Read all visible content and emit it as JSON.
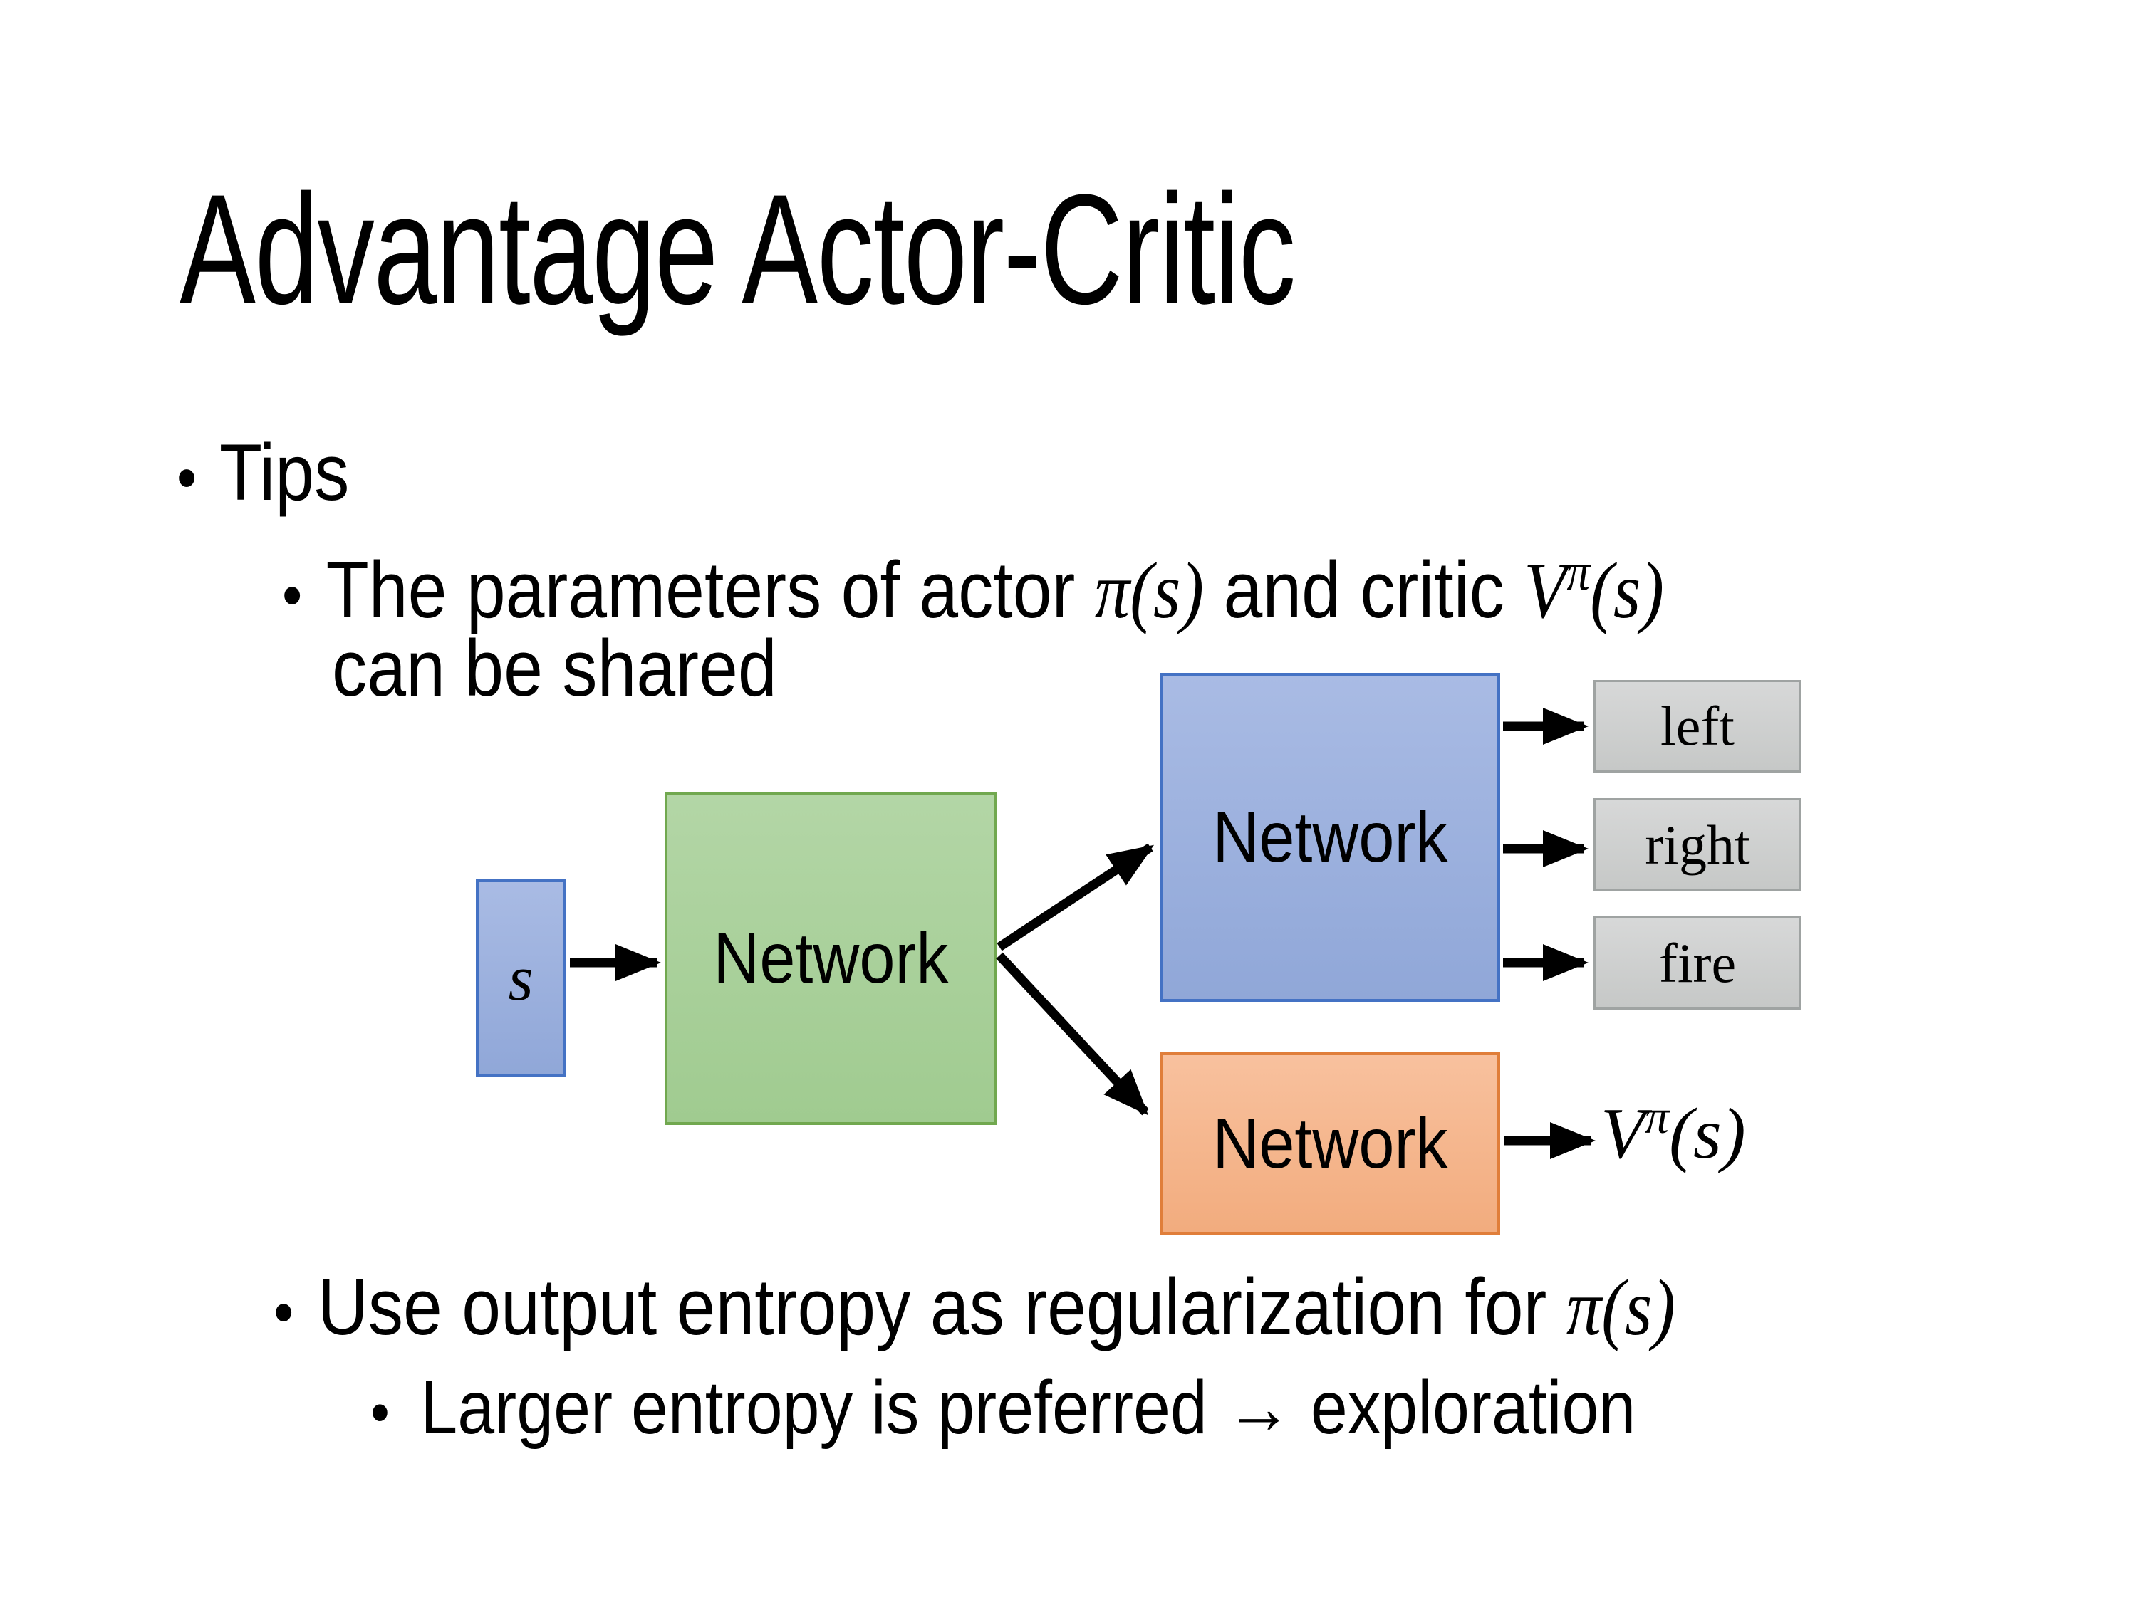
{
  "slide": {
    "title": "Advantage Actor-Critic",
    "bullet_char": "•",
    "bullets": {
      "tips": "Tips",
      "param_pre": "The parameters of actor ",
      "param_math_actor": "π(s)",
      "param_mid": " and critic ",
      "critic_base": "V",
      "critic_sup": "π",
      "critic_args": "(s)",
      "param_line2": "can be shared",
      "entropy_pre": "Use output entropy as regularization for ",
      "entropy_math": "π(s)",
      "entropy_sub": "Larger entropy is preferred → exploration"
    }
  },
  "diagram": {
    "input_label": "s",
    "shared_network": "Network",
    "actor_network": "Network",
    "critic_network": "Network",
    "actions": [
      "left",
      "right",
      "fire"
    ],
    "critic_output": {
      "base": "V",
      "sup": "π",
      "args": "(s)"
    }
  },
  "colors": {
    "background": "#ffffff",
    "text": "#000000",
    "blue_fill_top": "#a9bbe4",
    "blue_fill_bottom": "#90a7d8",
    "blue_border": "#4472c4",
    "green_fill_top": "#b3d6a6",
    "green_fill_bottom": "#a0cb90",
    "green_border": "#71a84f",
    "orange_fill_top": "#f8c19e",
    "orange_fill_bottom": "#f2ac7e",
    "orange_border": "#e07e3a",
    "gray_fill_top": "#d7d8d8",
    "gray_fill_bottom": "#c6c8c7",
    "gray_border": "#9fa3a2",
    "arrow": "#000000"
  }
}
